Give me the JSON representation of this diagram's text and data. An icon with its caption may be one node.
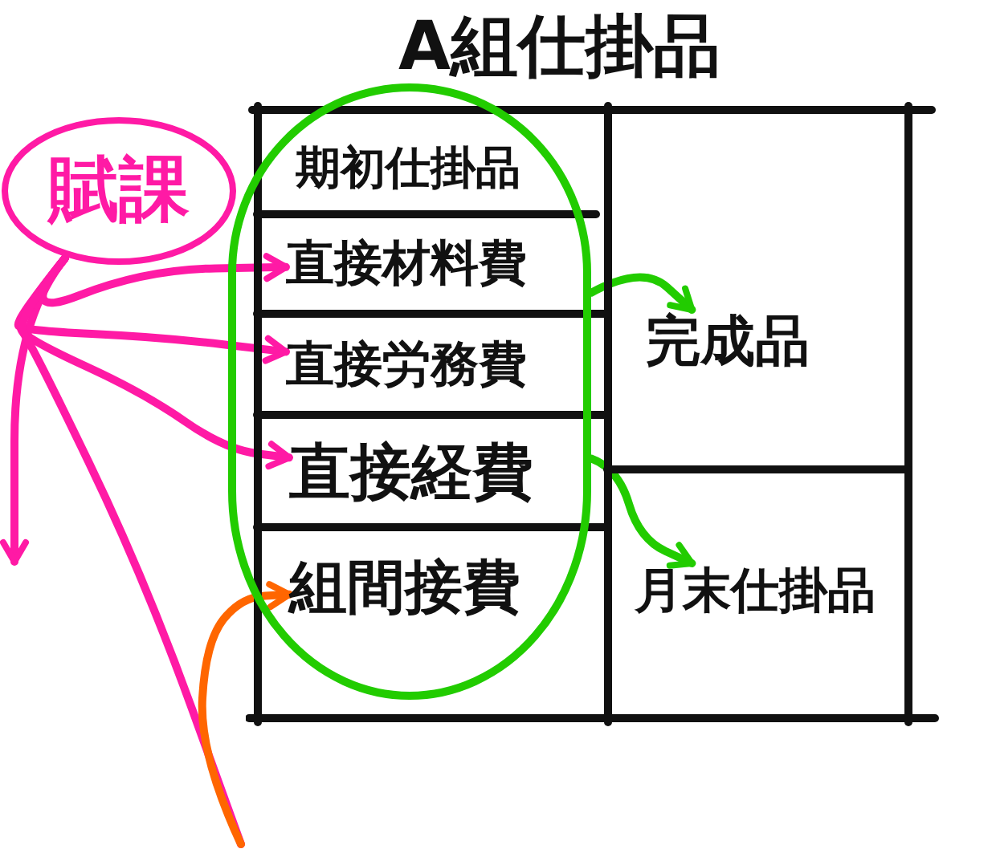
{
  "diagram": {
    "nodes": [
      {
        "text": [
          "A組仕掛品"
        ]
      },
      {
        "text": [],
        "shape": "circle",
        "in": 0
      },
      {
        "text": [
          "期初仕掛品"
        ],
        "in": 1
      },
      {
        "text": [
          "直接材料費"
        ],
        "in": 1
      },
      {
        "text": [
          "直接労務費"
        ],
        "in": 1
      },
      {
        "text": [
          "直接経費"
        ],
        "in": 1
      },
      {
        "text": [
          "組間接費"
        ],
        "in": 1
      },
      {
        "text": [
          "完成品"
        ],
        "in": 0
      },
      {
        "text": [
          "月末仕掛品"
        ],
        "in": 0
      },
      {
        "text": [
          "賦課"
        ]
      }
    ],
    "edges": [
      {
        "from": 9,
        "to": 3,
        "arrow": "to"
      },
      {
        "from": 9,
        "to": 4,
        "arrow": "to"
      },
      {
        "from": 9,
        "to": 5,
        "arrow": "to"
      },
      {
        "from": 9,
        "to": null,
        "arrow": "to"
      },
      {
        "from": 9,
        "to": null,
        "arrow": "none"
      },
      {
        "from": null,
        "to": 6,
        "arrow": "to",
        "color": "#ff6600"
      },
      {
        "from": 1,
        "to": 7,
        "arrow": "to",
        "color": "#22cc00"
      },
      {
        "from": 1,
        "to": 8,
        "arrow": "to",
        "color": "#22cc00"
      }
    ]
  }
}
